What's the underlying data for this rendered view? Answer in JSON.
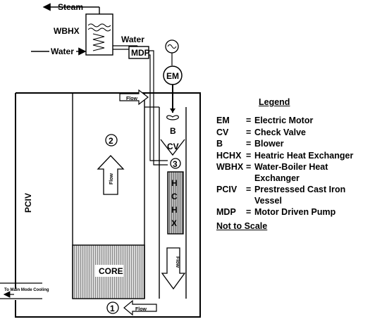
{
  "labels": {
    "steam": "Steam",
    "wbhx": "WBHX",
    "water_inlet": "Water",
    "water_to_mdp": "Water",
    "mdp": "MDP",
    "em": "EM",
    "flow_top": "Flow",
    "flow_riser": "Flow",
    "flow_downcomer": "Flow",
    "flow_bottom": "Flow",
    "blower": "B",
    "check_valve": "CV",
    "hchx_letters": [
      "H",
      "C",
      "H",
      "X"
    ],
    "pciv": "PCIV",
    "core": "CORE",
    "to_main_mode_cooling": "To Main Mode Cooling",
    "circle_1": "1",
    "circle_2": "2",
    "circle_3": "3"
  },
  "legend": {
    "title": "Legend",
    "items": [
      {
        "abbr": "EM",
        "eq": "=",
        "desc": "Electric Motor"
      },
      {
        "abbr": "CV",
        "eq": "=",
        "desc": "Check Valve"
      },
      {
        "abbr": "B",
        "eq": "=",
        "desc": "Blower"
      },
      {
        "abbr": "HCHX",
        "eq": "=",
        "desc": "Heatric Heat Exchanger"
      },
      {
        "abbr": "WBHX",
        "eq": "=",
        "desc": "Water-Boiler Heat Exchanger"
      },
      {
        "abbr": "PCIV",
        "eq": "=",
        "desc": "Prestressed Cast Iron Vessel"
      },
      {
        "abbr": "MDP",
        "eq": "=",
        "desc": "Motor Driven Pump"
      }
    ],
    "note": "Not to Scale"
  }
}
